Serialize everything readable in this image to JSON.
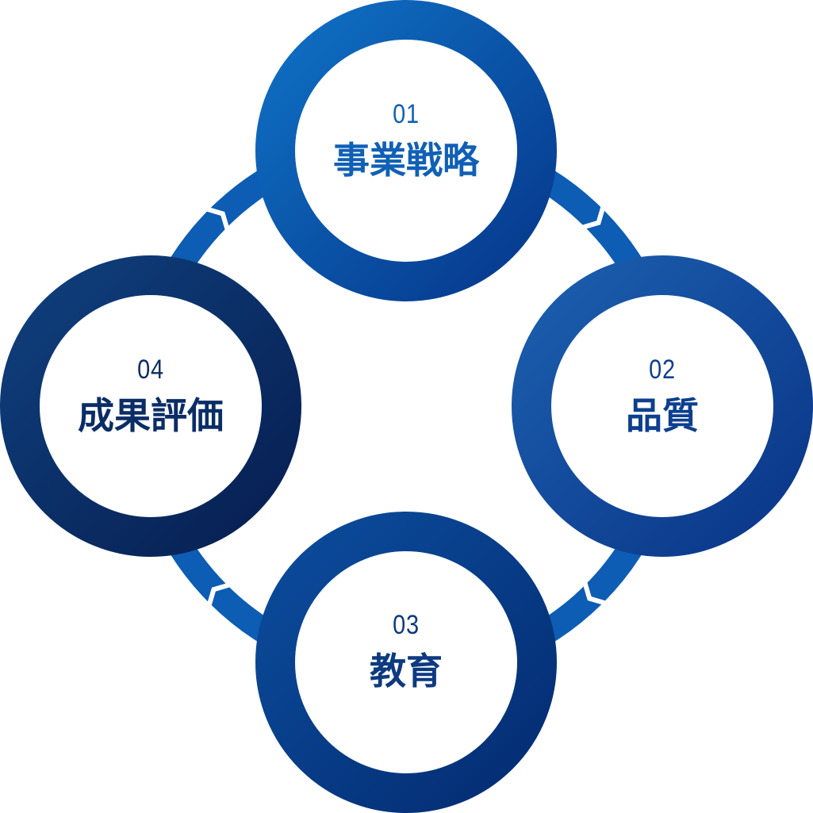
{
  "steps": [
    {
      "number": "01",
      "title": "事業戦略",
      "color": "#1060b5",
      "ring_from": "#0f70c4",
      "ring_to": "#06388c"
    },
    {
      "number": "02",
      "title": "品質",
      "color": "#0d3f8f",
      "ring_from": "#1c5eae",
      "ring_to": "#0a3688"
    },
    {
      "number": "03",
      "title": "教育",
      "color": "#0d3a80",
      "ring_from": "#0b4c9c",
      "ring_to": "#042c72"
    },
    {
      "number": "04",
      "title": "成果評価",
      "color": "#0b2d66",
      "ring_from": "#0f3f7c",
      "ring_to": "#071f52"
    }
  ],
  "cycle_color": "#0c5db3"
}
